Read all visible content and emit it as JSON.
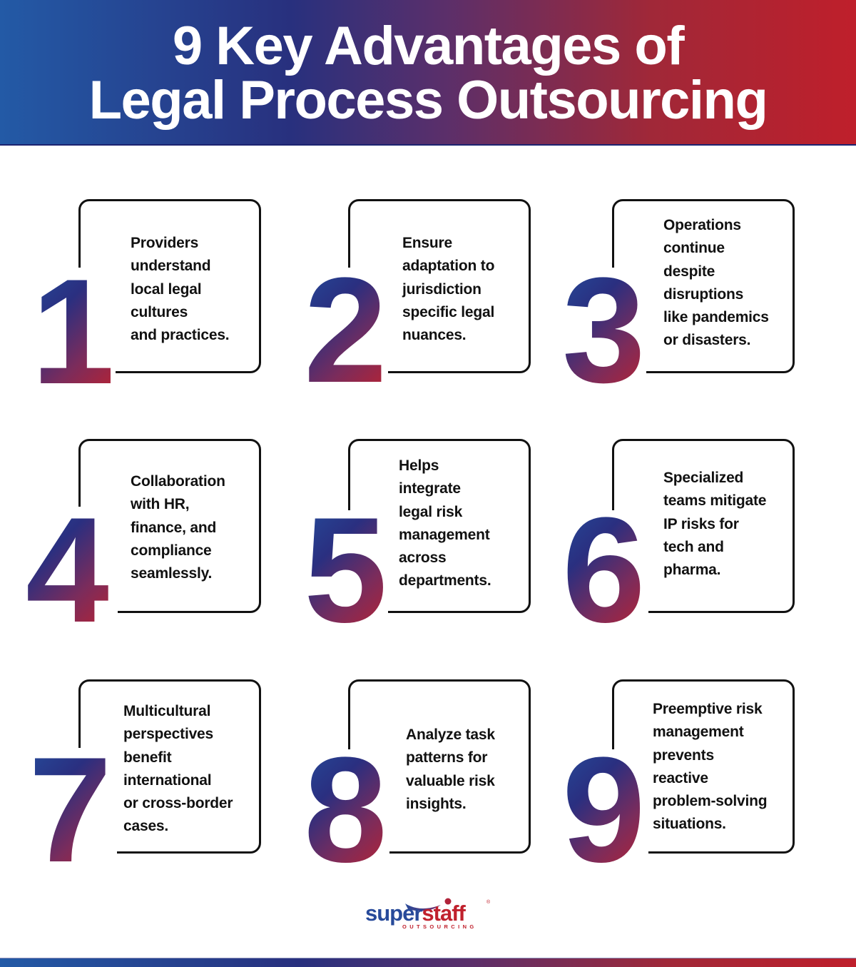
{
  "header": {
    "title_line1": "9 Key Advantages of",
    "title_line2": "Legal Process Outsourcing",
    "gradient_colors": [
      "#235aa6",
      "#28307e",
      "#5b2f6a",
      "#a02838",
      "#bf1f2b"
    ]
  },
  "advantages": [
    {
      "number": "1",
      "lines": [
        "Providers",
        "understand",
        "local legal",
        "cultures",
        "and practices."
      ]
    },
    {
      "number": "2",
      "lines": [
        "Ensure",
        "adaptation to",
        "jurisdiction",
        "specific legal",
        "nuances."
      ]
    },
    {
      "number": "3",
      "lines": [
        "Operations",
        "continue",
        "despite",
        "disruptions",
        "like pandemics",
        "or disasters."
      ]
    },
    {
      "number": "4",
      "lines": [
        "Collaboration",
        "with HR,",
        "finance, and",
        "compliance",
        "seamlessly."
      ]
    },
    {
      "number": "5",
      "lines": [
        "Helps",
        "integrate",
        "legal risk",
        "management",
        "across",
        "departments."
      ]
    },
    {
      "number": "6",
      "lines": [
        "Specialized",
        "teams mitigate",
        "IP risks for",
        "tech and",
        "pharma."
      ]
    },
    {
      "number": "7",
      "lines": [
        "Multicultural",
        "perspectives",
        "benefit",
        "international",
        "or cross-border",
        "cases."
      ]
    },
    {
      "number": "8",
      "lines": [
        "Analyze task",
        "patterns for",
        "valuable risk",
        "insights."
      ]
    },
    {
      "number": "9",
      "lines": [
        "Preemptive risk",
        "management",
        "prevents",
        "reactive",
        "problem-solving",
        "situations."
      ]
    }
  ],
  "logo": {
    "part1": "super",
    "part2": "staff",
    "tagline": "OUTSOURCING",
    "registered": "®",
    "blue": "#274a9a",
    "red": "#c0202c"
  },
  "colors": {
    "numeral_gradient_start": "#244f9e",
    "numeral_gradient_end": "#c4202a",
    "box_border": "#111111",
    "text": "#111111"
  }
}
